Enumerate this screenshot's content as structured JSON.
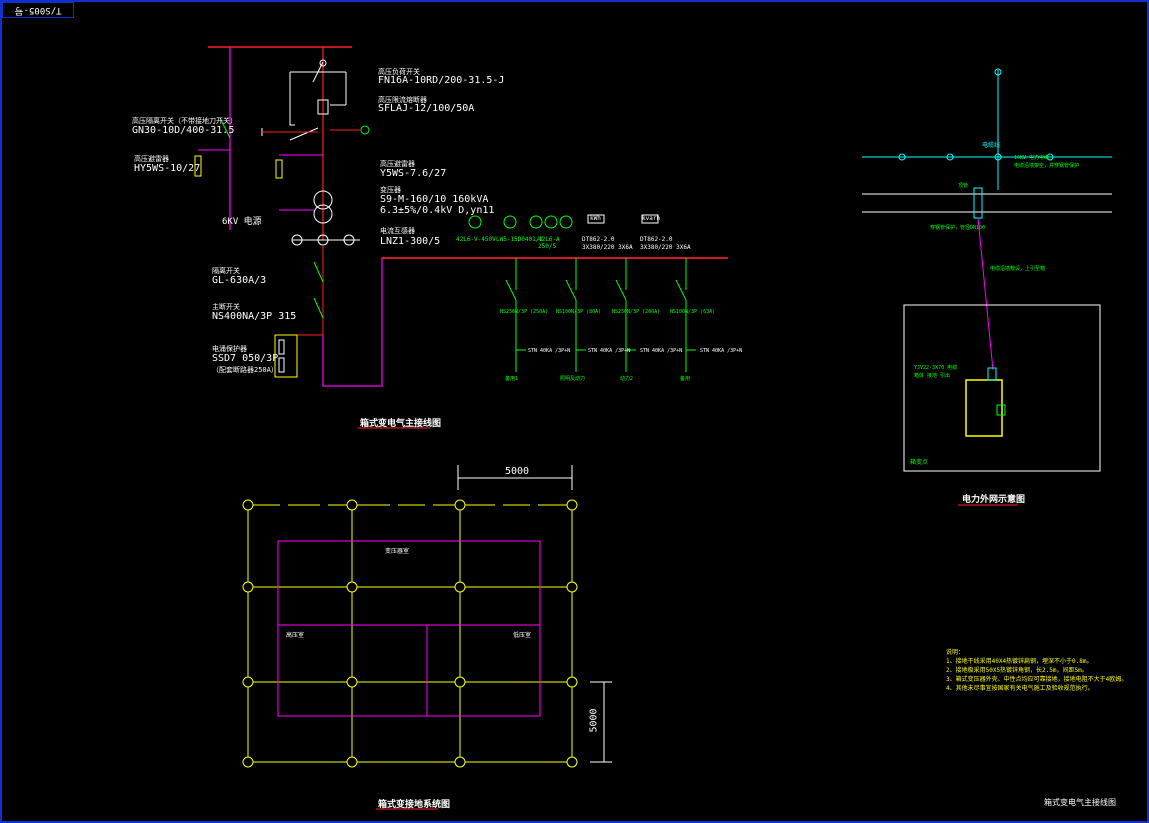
{
  "corner_tag": "T/S005-号",
  "main_diagram": {
    "hv_switch_label": "高压负荷开关",
    "hv_switch_model": "FN16A-10RD/200-31.5-J",
    "hv_fuse_label": "高压限流熔断器",
    "hv_fuse_model": "SFLAJ-12/100/50A",
    "isolator_label": "高压隔离开关（不带接地刀开关）",
    "isolator_model": "GN30-10D/400-31.5",
    "arrester_left_label": "高压避雷器",
    "arrester_left_model": "HY5WS-10/27",
    "arrester_right_label": "高压避雷器",
    "arrester_right_model": "Y5WS-7.6/27",
    "transformer_label": "变压器",
    "transformer_model": "S9-M-160/10 160kVA",
    "transformer_ratio": "6.3±5%/0.4kV D,yn11",
    "ct_label": "电流互感器",
    "ct_model": "LNZ1-300/5",
    "incoming_voltage": "6KV 电源",
    "lv_isolator_label": "隔离开关",
    "lv_isolator_model": "GL-630A/3",
    "main_breaker_label": "主断开关",
    "main_breaker_model": "NS400NA/3P 315",
    "surge_label": "电涌保护器",
    "surge_model": "SSD7 050/3P",
    "surge_sub": "（配套断路器250A）",
    "meter_v": "42L6-V-450V",
    "meter_var": "LW5-15D0401/2",
    "meter_a": "42L6-A 250/5",
    "meter_kwh1": "DT862-2.0 3X380/220 3X6A",
    "meter_kwh2": "DT862-2.0 3X380/220 3X6A",
    "meter_kwh1_label": "kWh",
    "meter_kwh2_label": "kvarh",
    "feeders": [
      {
        "breaker": "NS250N/3P (250A)",
        "ct": "STN 40KA /3P+N",
        "name": "备用1"
      },
      {
        "breaker": "NS100N/3P (80A)",
        "ct": "STN 40KA /3P+N",
        "name": "照明及动力"
      },
      {
        "breaker": "NS250N/3P (200A)",
        "ct": "STN 40KA /3P+N",
        "name": "动力2"
      },
      {
        "breaker": "NS100N/3P (63A)",
        "ct": "STN 40KA /3P+N",
        "name": "备用"
      }
    ],
    "title": "箱式变电气主接线图"
  },
  "grounding": {
    "dim_horizontal": "5000",
    "dim_vertical": "5000",
    "room_top": "变压器室",
    "room_left": "高压室",
    "room_right": "低压室",
    "title": "箱式变接地系统图"
  },
  "site_plan": {
    "cable_note": "电缆线",
    "note1": "10KV 电力电缆",
    "note2": "电缆沿墙架空，并穿钢管保护",
    "note3": "顶管",
    "note4": "穿钢管保护，管径DN100",
    "note5": "电缆沿墙敷设，上引至箱",
    "box_note": "YJV22-3X70 电缆",
    "box_note2": "箱体 接地 引出",
    "box_label": "箱变点",
    "title": "电力外网示意图"
  },
  "notes": {
    "heading": "说明：",
    "lines": [
      "1、接地干线采用40X4热镀锌扁钢，埋深不小于0.8m。",
      "2、接地极采用50X5热镀锌角钢，长2.5m，间距5m。",
      "3、箱式变压器外壳、中性点均应可靠接地，接地电阻不大于4欧姆。",
      "4、其他未尽事宜按国家有关电气施工及验收规范执行。"
    ]
  },
  "sheet_label": "箱式变电气主接线图",
  "colors": {
    "border": "#1030d0",
    "red": "#ff2020",
    "magenta": "#ff00ff",
    "green": "#00ff00",
    "white": "#ffffff",
    "yellow": "#ffff00",
    "cyan": "#00ffff"
  }
}
